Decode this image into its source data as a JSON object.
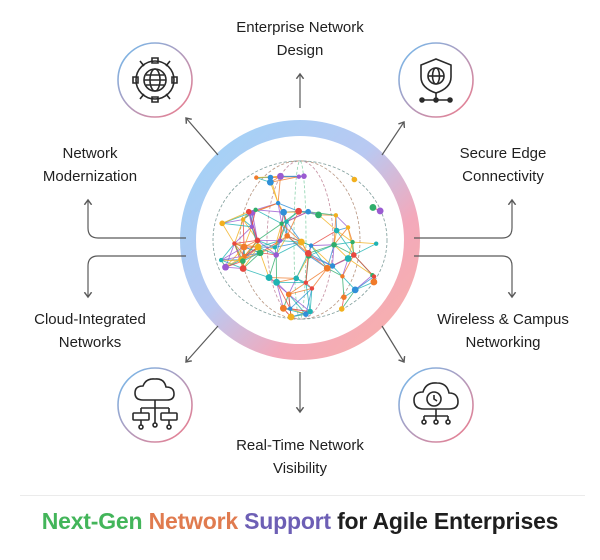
{
  "nodes": {
    "top": {
      "icon": "settings-globe-icon",
      "lines": [
        "Enterprise Network",
        "Design"
      ]
    },
    "left_upper": {
      "icon": "settings-globe-icon",
      "lines": [
        "Network",
        "Modernization"
      ]
    },
    "right_upper": {
      "icon": "shield-globe-network-icon",
      "lines": [
        "Secure Edge",
        "Connectivity"
      ]
    },
    "left_lower": {
      "icon": "server-network-cloud-icon",
      "lines": [
        "Cloud-Integrated",
        "Networks"
      ]
    },
    "right_lower": {
      "icon": "cloud-clock-network-icon",
      "lines": [
        "Wireless & Campus",
        "Networking"
      ]
    },
    "bottom": {
      "lines": [
        "Real-Time Network",
        "Visibility"
      ]
    }
  },
  "center": {
    "icon": "network-globe-icon"
  },
  "headline": {
    "part1": "Next-Gen",
    "part2": "Network",
    "part3": "Support",
    "part4": "for Agile Enterprises",
    "colors": {
      "part1": "#43b55a",
      "part2": "#e07b4f",
      "part3": "#6d5fb5",
      "part4": "#1e1e1e"
    }
  },
  "colors": {
    "ring_start": "#9fd3f7",
    "ring_end": "#f6a5b2",
    "arrow": "#5a5a5a",
    "icon_stroke": "#2a2a2a"
  }
}
